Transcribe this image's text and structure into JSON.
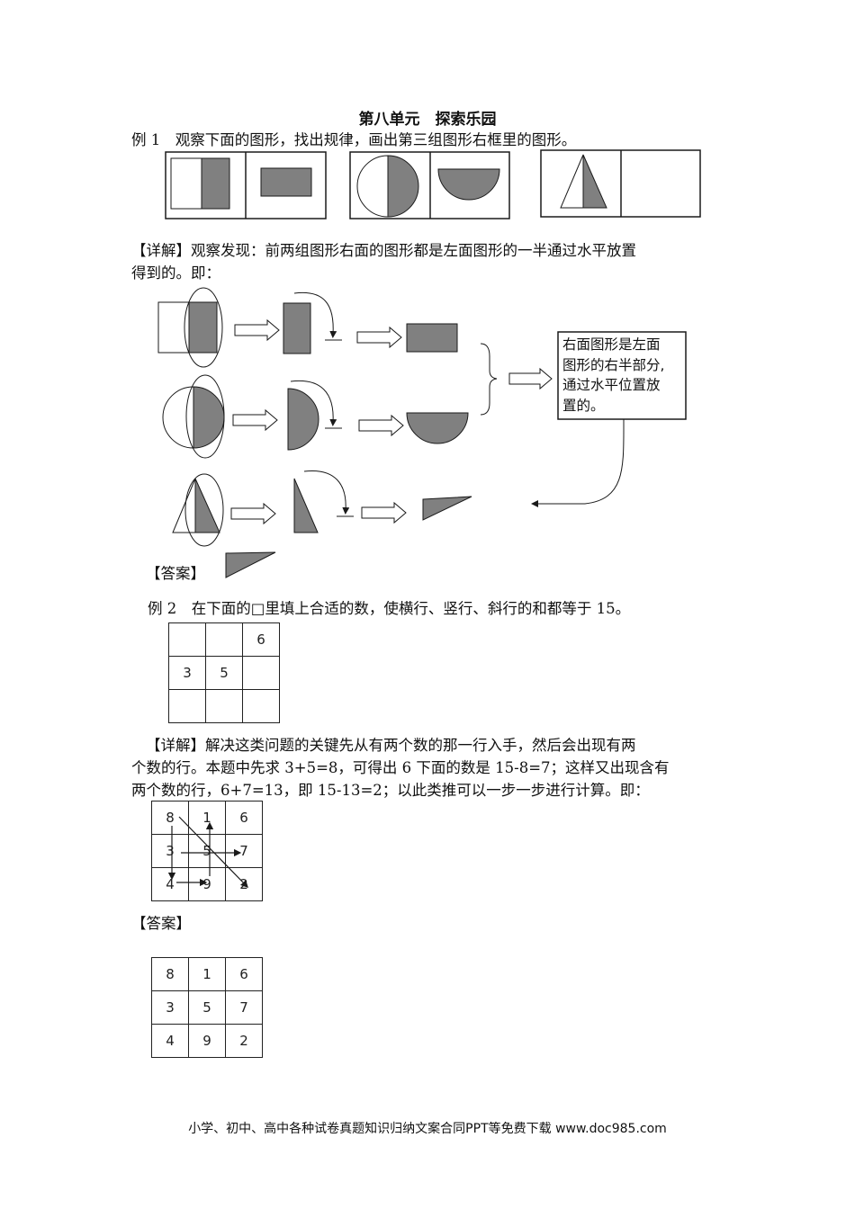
{
  "title": "第八单元　探索乐园",
  "example1": {
    "question": "例 1　观察下面的图形，找出规律，画出第三组图形右框里的图形。",
    "detail_line1": "【详解】观察发现：前两组图形右面的图形都是左面图形的一半通过水平放置",
    "detail_line2": "得到的。即：",
    "callout_lines": [
      "右面图形是左面",
      "图形的右半部分,",
      "通过水平位置放",
      "置的。"
    ],
    "answer_label": "【答案】"
  },
  "example2": {
    "question": "例 2　在下面的□里填上合适的数，使横行、竖行、斜行的和都等于 15。",
    "puzzle_grid": [
      [
        "",
        "",
        "6"
      ],
      [
        "3",
        "5",
        ""
      ],
      [
        "",
        "",
        ""
      ]
    ],
    "detail_line1": "【详解】解决这类问题的关键先从有两个数的那一行入手，然后会出现有两",
    "detail_line2": "个数的行。本题中先求 3+5=8，可得出 6 下面的数是 15-8=7；这样又出现含有",
    "detail_line3": "两个数的行，6+7=13，即 15-13=2；以此类推可以一步一步进行计算。即：",
    "solution_grid": [
      [
        "8",
        "1",
        "6"
      ],
      [
        "3",
        "5",
        "7"
      ],
      [
        "4",
        "9",
        "2"
      ]
    ],
    "answer_label": "【答案】",
    "answer_grid": [
      [
        "8",
        "1",
        "6"
      ],
      [
        "3",
        "5",
        "7"
      ],
      [
        "4",
        "9",
        "2"
      ]
    ]
  },
  "footer": "小学、初中、高中各种试卷真题知识归纳文案合同PPT等免费下载 www.doc985.com",
  "colors": {
    "shape_fill": "#808080",
    "line": "#1a1a1a"
  }
}
